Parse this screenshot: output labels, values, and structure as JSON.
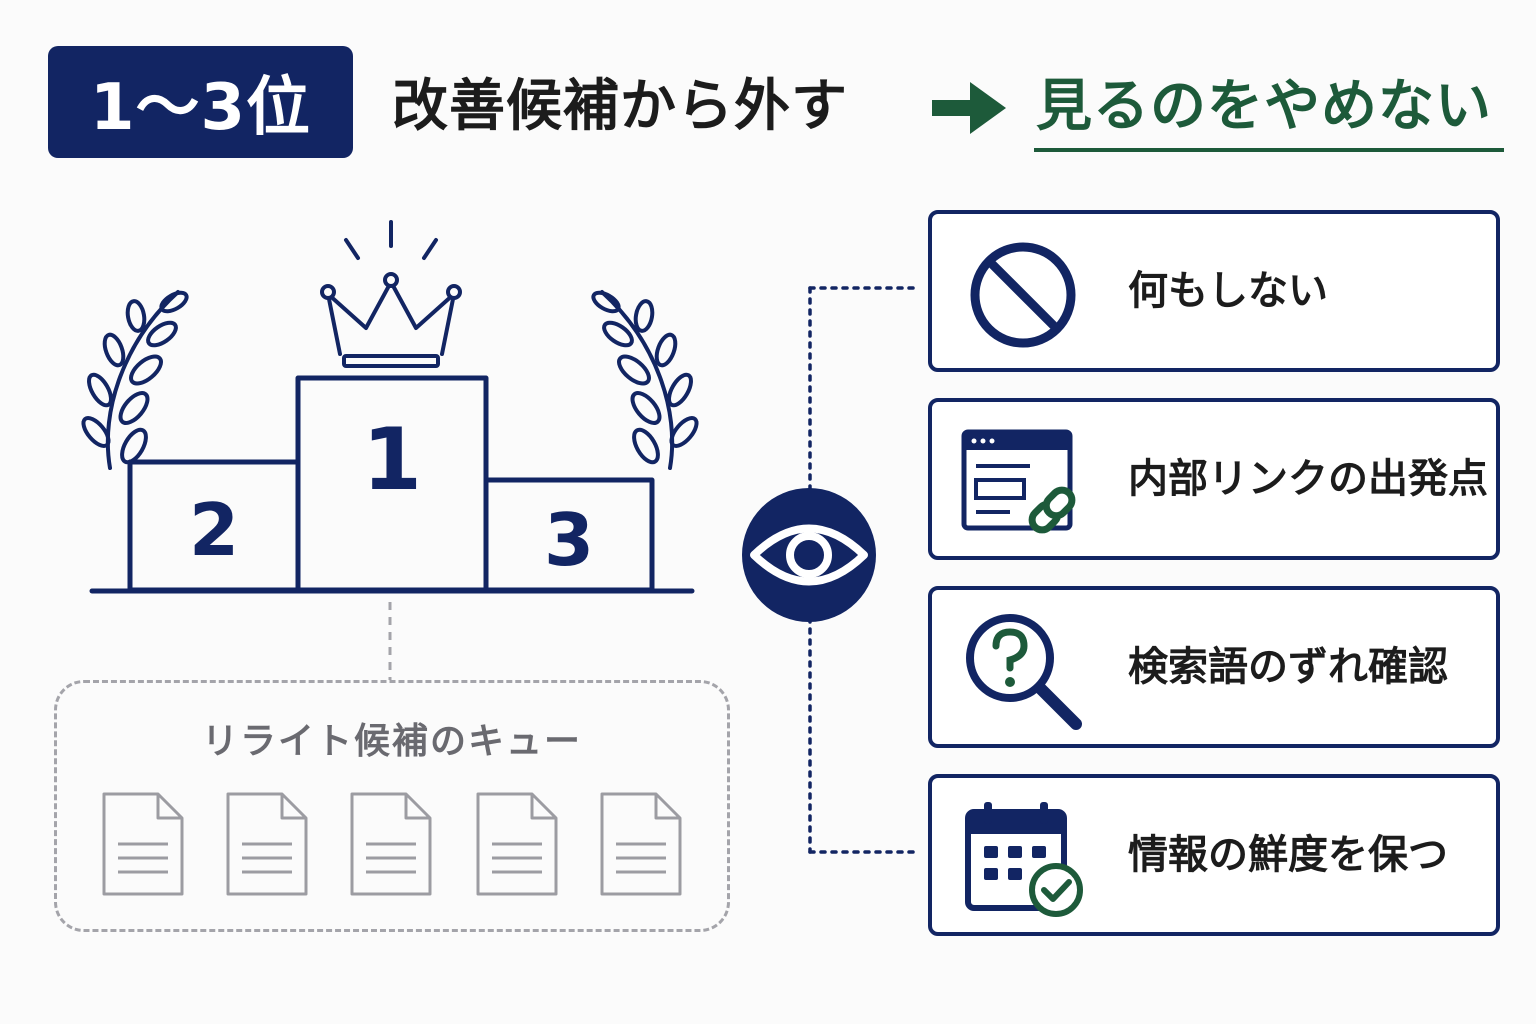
{
  "header": {
    "badge": "1〜3位",
    "title": "改善候補から外す",
    "emphasis": "見るのをやめない"
  },
  "podium": {
    "steps": [
      "1",
      "2",
      "3"
    ]
  },
  "queue": {
    "title": "リライト候補のキュー"
  },
  "options": [
    {
      "label": "何もしない",
      "icon": "prohibited-icon"
    },
    {
      "label": "内部リンクの出発点",
      "icon": "browser-link-icon"
    },
    {
      "label": "検索語のずれ確認",
      "icon": "question-magnifier-icon"
    },
    {
      "label": "情報の鮮度を保つ",
      "icon": "calendar-check-icon"
    }
  ],
  "colors": {
    "navy": "#122563",
    "green": "#1d5a3a",
    "gray": "#a4a4aa"
  }
}
